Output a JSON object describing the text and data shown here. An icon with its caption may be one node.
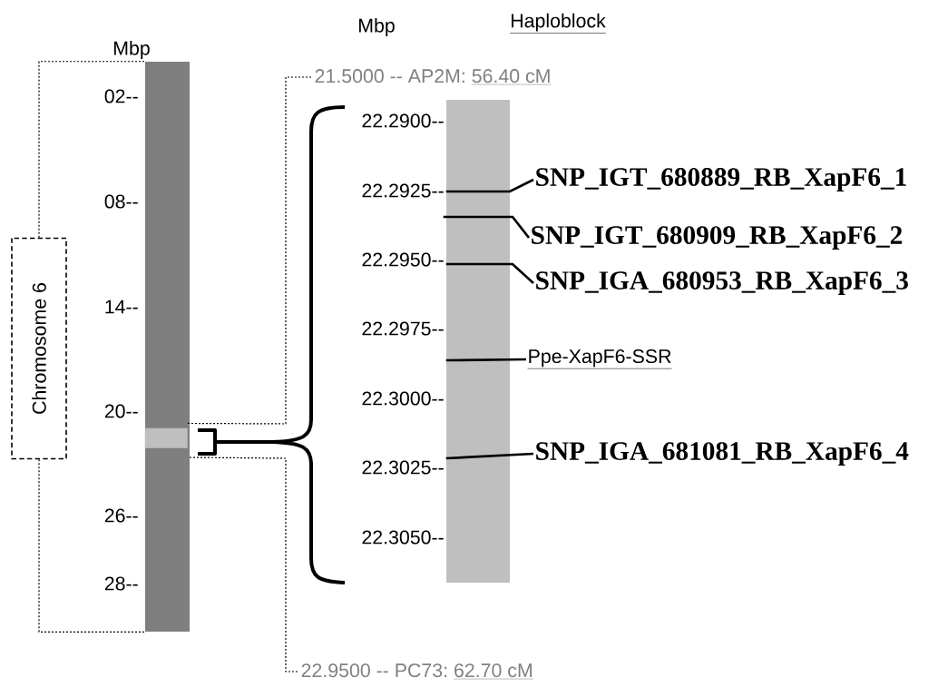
{
  "diagram": {
    "nodes": [
      {
        "text": [
          "Chromosome 6"
        ]
      },
      {
        "text": [],
        "shape": "bar"
      },
      {
        "text": [],
        "shape": "box",
        "in": 1
      },
      {
        "text": [
          "21.5000 -- AP2M:",
          "56.40 cM"
        ]
      },
      {
        "text": [
          "Haploblock"
        ]
      },
      {
        "text": [
          "SNP_IGT_680889_RB_XapF6_1"
        ]
      },
      {
        "text": [
          "SNP_IGT_680909_RB_XapF6_2"
        ]
      },
      {
        "text": [
          "SNP_IGA_680953_RB_XapF6_3"
        ]
      },
      {
        "text": [
          "Ppe-XapF6-SSR"
        ]
      },
      {
        "text": [
          "SNP_IGA_681081_RB_XapF6_4"
        ]
      },
      {
        "text": [
          "22.9500 -- PC73:",
          "62.70 cM"
        ]
      }
    ],
    "edges": [
      {
        "from": 0,
        "to": 1,
        "arrow": "none",
        "style": "dashed"
      },
      {
        "from": 0,
        "to": 1,
        "arrow": "none",
        "style": "dashed"
      },
      {
        "from": 2,
        "to": 3,
        "arrow": "none",
        "style": "dashed"
      },
      {
        "from": 2,
        "to": 10,
        "arrow": "none",
        "style": "dashed"
      },
      {
        "from": 5,
        "to": 4,
        "arrow": "none"
      },
      {
        "from": 6,
        "to": 4,
        "arrow": "none"
      },
      {
        "from": 7,
        "to": 4,
        "arrow": "none"
      },
      {
        "from": 8,
        "to": 4,
        "arrow": "none"
      },
      {
        "from": 9,
        "to": 4,
        "arrow": "none"
      }
    ],
    "labels": [
      "Mbp",
      "02--",
      "08--",
      "14--",
      "20--",
      "26--",
      "28--",
      "Mbp",
      "22.2900--",
      "22.2925--",
      "22.2950--",
      "22.2975--",
      "22.3000--",
      "22.3025--",
      "22.3050--"
    ]
  }
}
